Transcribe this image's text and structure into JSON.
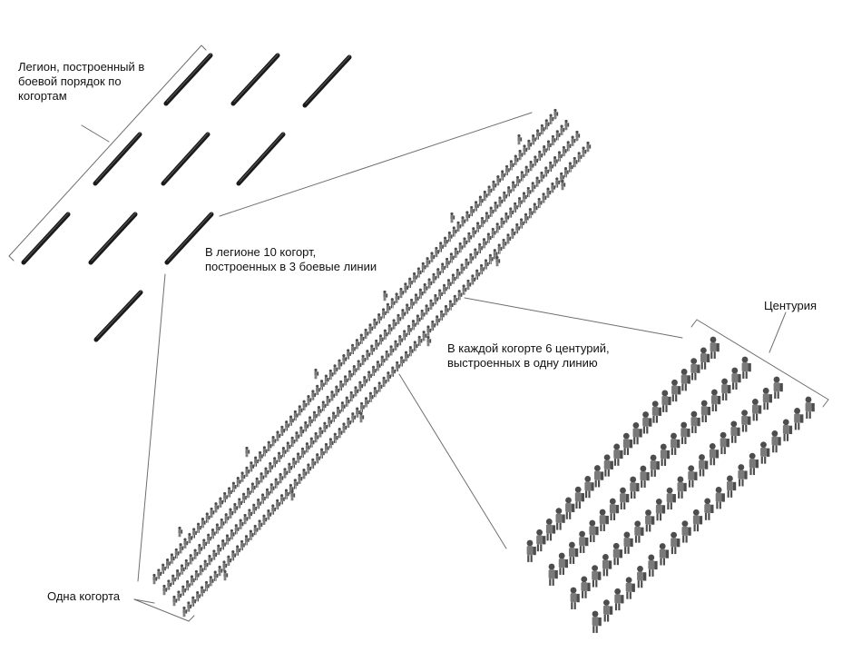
{
  "labels": {
    "legion_formation": [
      "Легион, построенный в",
      "боевой порядок по",
      "когортам"
    ],
    "ten_cohorts": [
      "В легионе 10 когорт,",
      "построенных в 3 боевые линии"
    ],
    "six_centuries": [
      "В каждой когорте 6 центурий,",
      "выстроенных в одну линию"
    ],
    "century": "Центурия",
    "one_cohort": "Одна когорта"
  },
  "legion": {
    "cohort_count": 10,
    "battle_lines": 3,
    "line_cohorts": [
      4,
      3,
      3
    ]
  },
  "cohort": {
    "century_count": 6,
    "ranks_shown": 4
  },
  "century": {
    "ranks_shown": 4
  },
  "colors": {
    "ink": "#111111",
    "cohort_bar": "#1a1a1a",
    "soldier": "#7a7a7a",
    "soldier_dark": "#4d4d4d",
    "leader_line": "#6e6e6e"
  }
}
